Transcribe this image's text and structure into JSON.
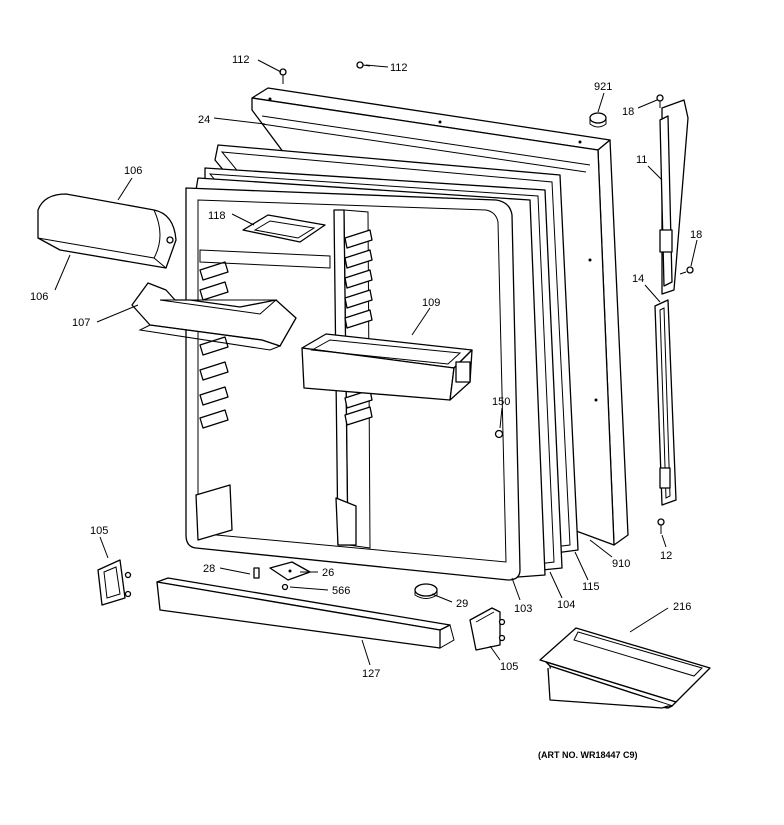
{
  "labels": {
    "p112a": "112",
    "p112b": "112",
    "p921": "921",
    "p18a": "18",
    "p24": "24",
    "p11": "11",
    "p106a": "106",
    "p106b": "106",
    "p118": "118",
    "p18b": "18",
    "p14": "14",
    "p107": "107",
    "p109": "109",
    "p150": "150",
    "p105a": "105",
    "p12": "12",
    "p910": "910",
    "p115": "115",
    "p104": "104",
    "p103": "103",
    "p28": "28",
    "p26": "26",
    "p566": "566",
    "p29": "29",
    "p216": "216",
    "p105b": "105",
    "p127": "127"
  },
  "art_number": "(ART NO. WR18447 C9)"
}
